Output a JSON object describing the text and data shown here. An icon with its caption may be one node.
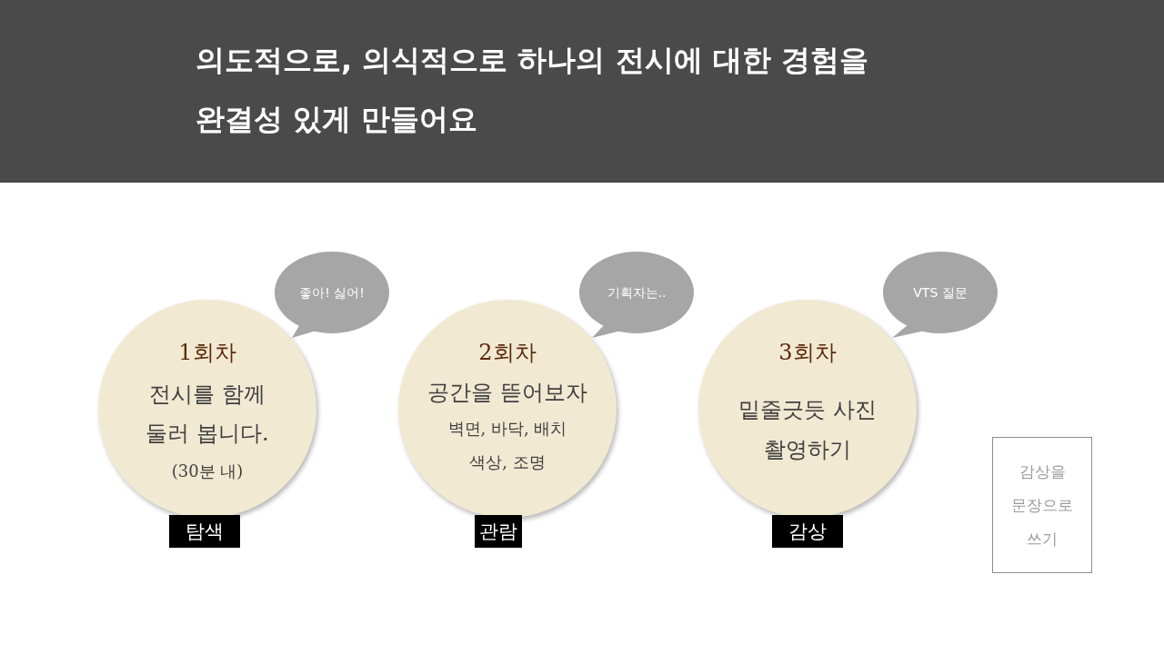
{
  "diagram": {
    "title": "의도적으로, 의식적으로 하나의 전시에 대한 경험을 완결성 있게 만들어요",
    "nodes": [
      {
        "text": [
          "1회차",
          "전시를 함께 둘러 봅니다.",
          "(30분 내)"
        ]
      },
      {
        "text": [
          "좋아! 싫어!"
        ]
      },
      {
        "text": [
          "탐색"
        ]
      },
      {
        "text": [
          "2회차",
          "공간을 뜯어보자",
          "벽면, 바닥, 배치 색상, 조명"
        ]
      },
      {
        "text": [
          "기획자는.."
        ]
      },
      {
        "text": [
          "관람"
        ]
      },
      {
        "text": [
          "3회차",
          "밑줄긋듯 사진 촬영하기"
        ]
      },
      {
        "text": [
          "VTS 질문"
        ]
      },
      {
        "text": [
          "감상"
        ]
      },
      {
        "text": [
          "감상을 문장으로 쓰기"
        ]
      }
    ]
  }
}
